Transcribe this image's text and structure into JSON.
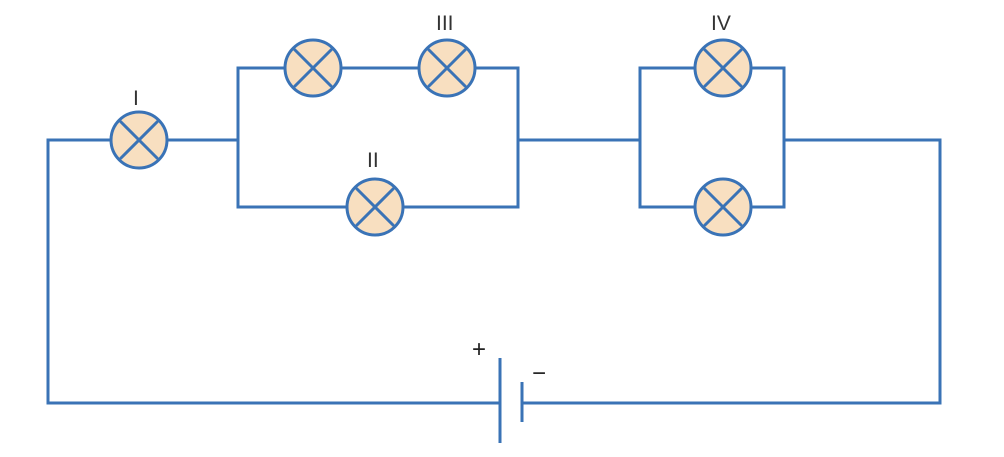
{
  "colors": {
    "wire": "#3a73b6",
    "bulb": "#f8dfc0"
  },
  "labels": {
    "bulb_1": "I",
    "bulb_2": "II",
    "bulb_3": "III",
    "bulb_4": "IV"
  },
  "battery": {
    "plus": "+",
    "minus": "−"
  },
  "icons": {
    "bulb": "lamp-symbol-icon",
    "battery": "cell-symbol-icon"
  }
}
